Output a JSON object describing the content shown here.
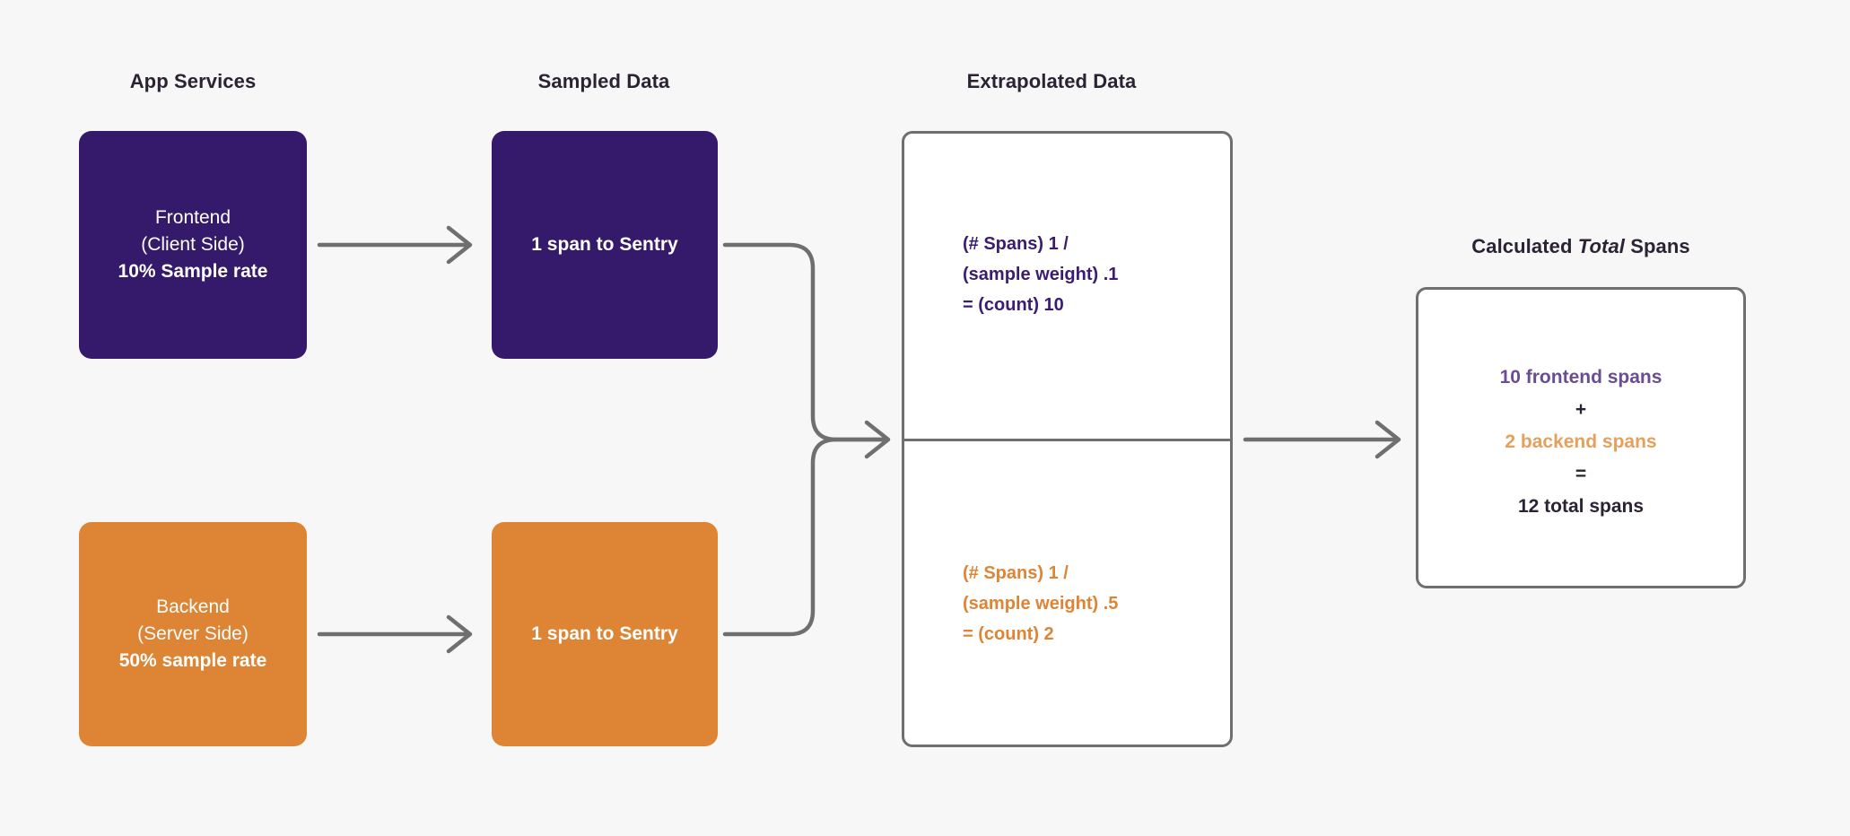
{
  "diagram": {
    "background_color": "#F7F7F8",
    "colors": {
      "deep_purple": "#351A6B",
      "orange": "#DE8435",
      "accent_purple": "#6A4C93",
      "accent_orange": "#E5A05C",
      "formula_purple": "#3B1C73",
      "line_gray": "#6F6F6F",
      "text_dark": "#2B2233"
    },
    "headers": {
      "app_services": "App Services",
      "sampled_data": "Sampled Data",
      "extrapolated_data": "Extrapolated Data",
      "calculated_total_pre": "Calculated ",
      "calculated_total_em": "Total",
      "calculated_total_post": " Spans"
    },
    "app_services": [
      {
        "id": "frontend",
        "line1": "Frontend",
        "line2": "(Client Side)",
        "line3": "10% Sample rate",
        "color": "#351A6B"
      },
      {
        "id": "backend",
        "line1": "Backend",
        "line2": "(Server Side)",
        "line3": "50% sample rate",
        "color": "#DE8435"
      }
    ],
    "sampled": [
      {
        "id": "frontend-sampled",
        "label": "1 span to Sentry",
        "color": "#351A6B"
      },
      {
        "id": "backend-sampled",
        "label": "1 span to Sentry",
        "color": "#DE8435"
      }
    ],
    "extrapolated": [
      {
        "id": "frontend-extrapolated",
        "line1": "(# Spans) 1 /",
        "line2": "(sample weight) .1",
        "line3": "=  (count) 10",
        "color": "#3B1C73"
      },
      {
        "id": "backend-extrapolated",
        "line1": "(# Spans) 1 /",
        "line2": "(sample weight) .5",
        "line3": "=  (count) 2",
        "color": "#DE8435"
      }
    ],
    "total": {
      "frontend_spans": "10 frontend spans",
      "plus": "+",
      "backend_spans": "2 backend spans",
      "equals": "=",
      "total_spans": "12 total spans"
    }
  }
}
